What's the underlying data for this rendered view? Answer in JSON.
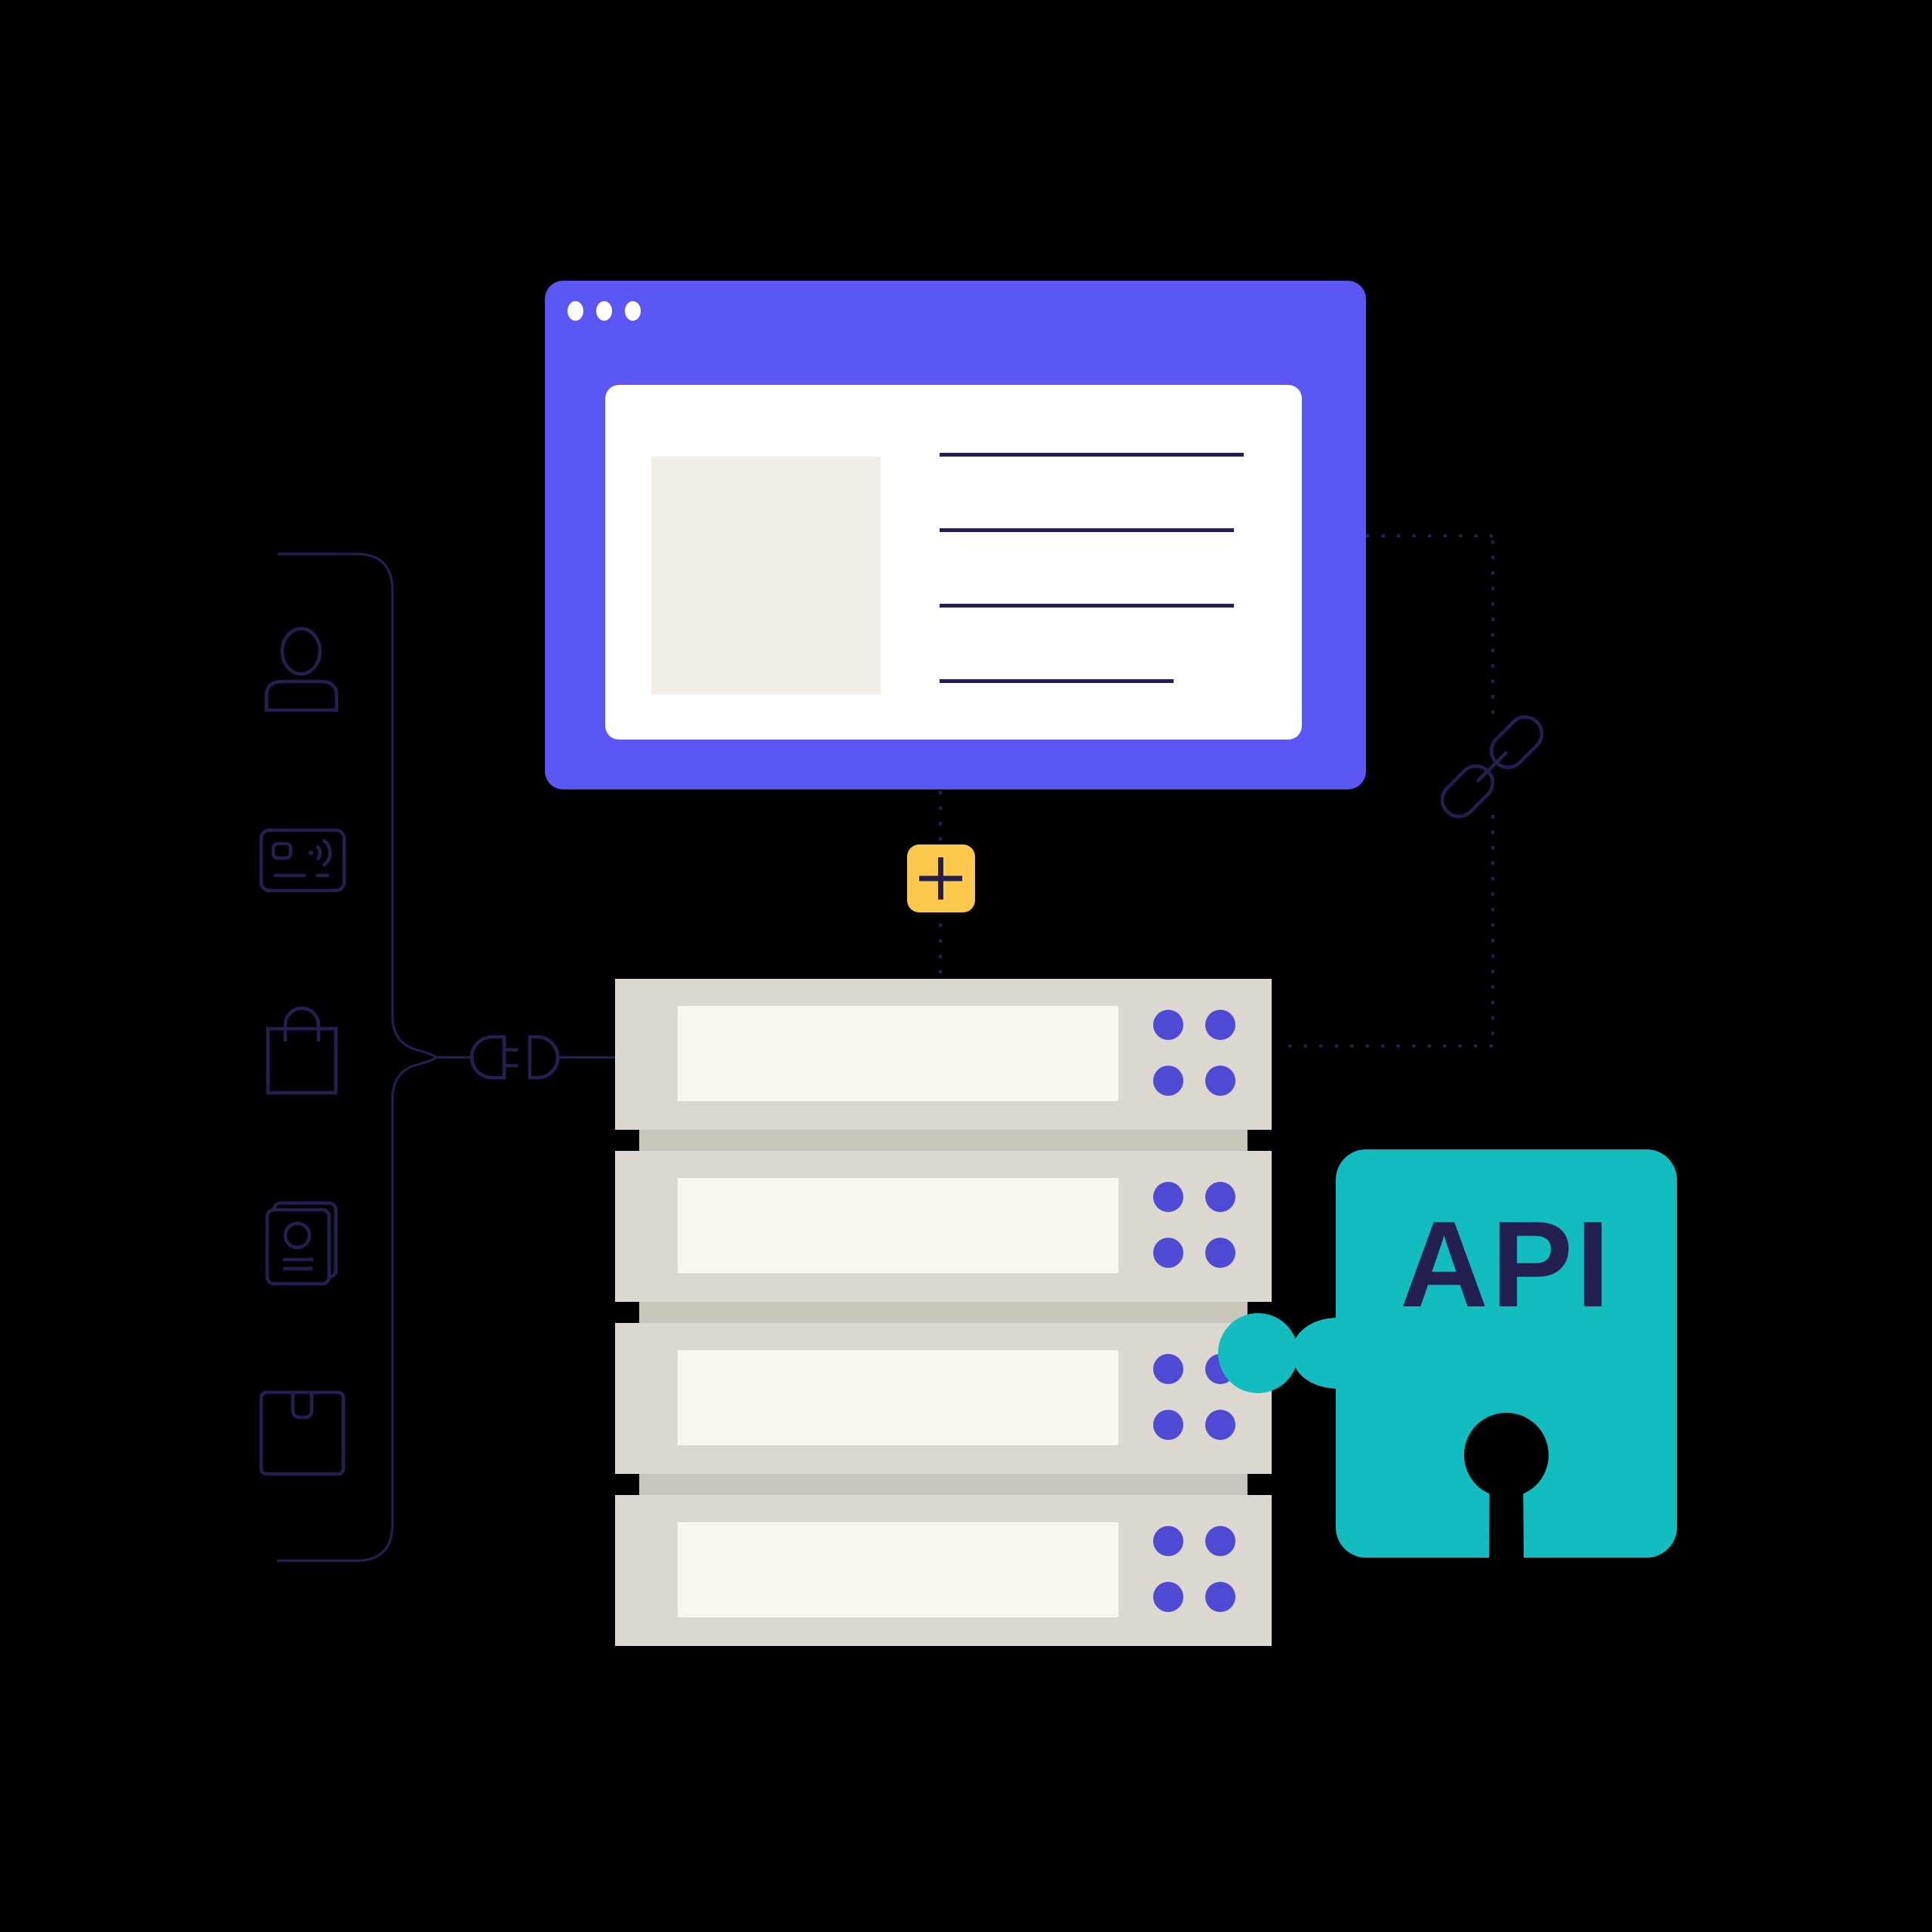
{
  "illustration": {
    "title": "api-integration-illustration",
    "puzzle": {
      "label": "API"
    },
    "colors": {
      "bg": "#000000",
      "purple": "#5b57f5",
      "white": "#ffffff",
      "beige": "#f3eee5",
      "navy": "#232051",
      "yellow": "#fdc94c",
      "teal": "#12bdbf",
      "server-body": "#dcd8d0",
      "server-panel": "#f8f6ef",
      "server-band": "#c9c5bb",
      "led": "#4e4ad4"
    },
    "browser": {
      "control_dots": 3,
      "skeleton_lines": 4
    },
    "servers": {
      "count": 4,
      "leds_per_unit": 4
    },
    "left_icons": [
      "user",
      "credit-card",
      "shopping-bag",
      "id-card",
      "package"
    ],
    "connector_icons": [
      "plug",
      "plus",
      "link"
    ]
  }
}
